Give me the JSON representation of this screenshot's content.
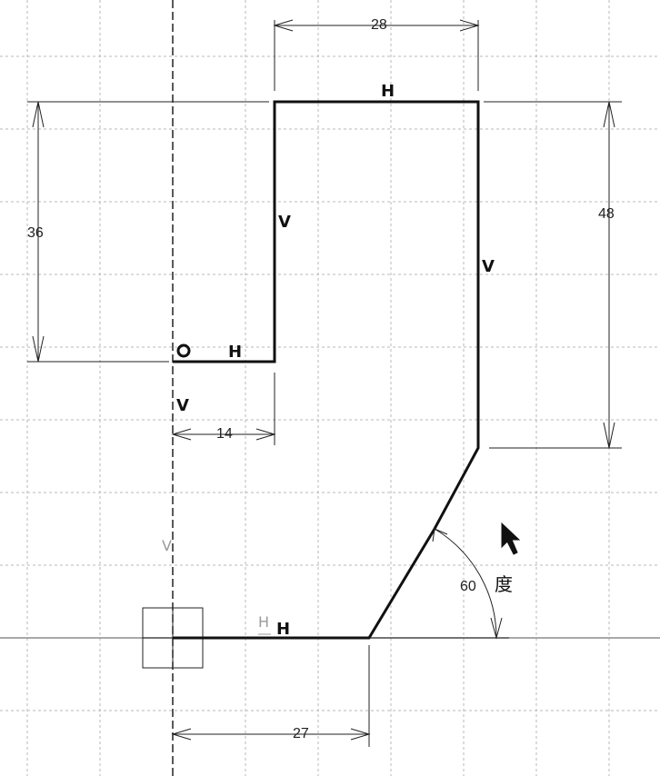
{
  "dimensions": {
    "top_width": "28",
    "left_height": "36",
    "right_height": "48",
    "step_width": "14",
    "bottom_width": "27",
    "angle_value": "60",
    "angle_unit": "度"
  },
  "constraints": {
    "top_edge": "H",
    "left_vertical": "V",
    "right_vertical": "V",
    "step_horizontal": "H",
    "axis_vertical": "V",
    "bottom_horizontal": "H",
    "ghost_vertical": "V",
    "ghost_horizontal": "H"
  },
  "icons": {
    "origin": "circle-constraint-icon",
    "cursor": "mouse-pointer-icon",
    "grid_origin": "axis-origin-icon"
  },
  "colors": {
    "profile": "#111111",
    "grid": "#b9b9b9",
    "dimension": "#222222",
    "ghost": "#9a9a9a"
  }
}
